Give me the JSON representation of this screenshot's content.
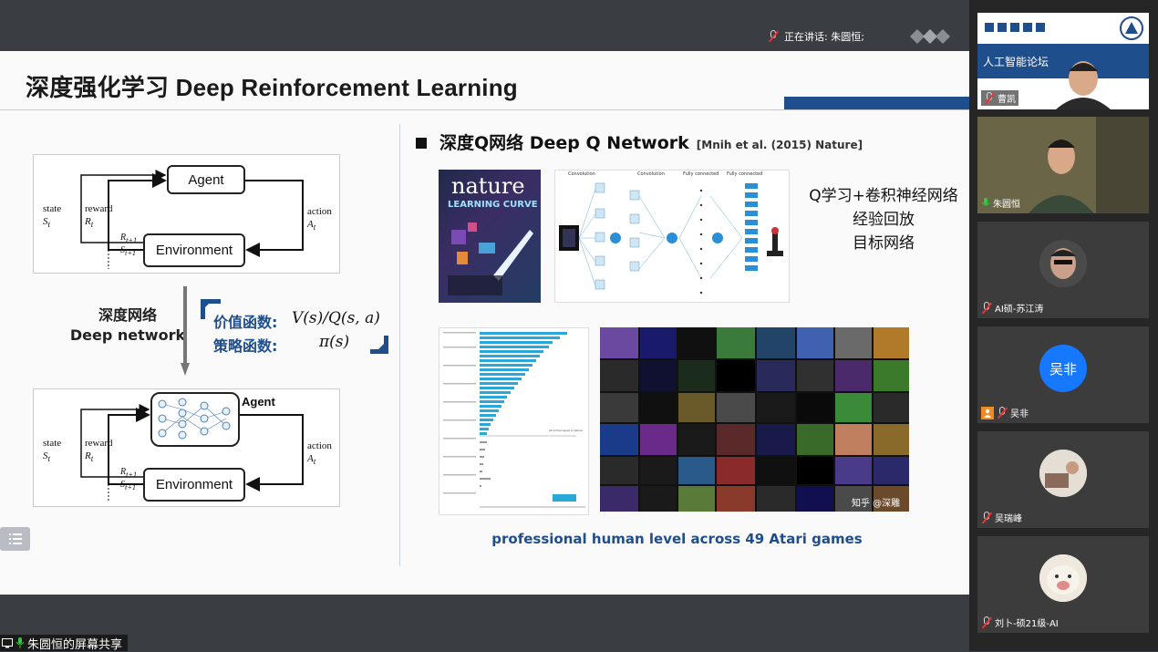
{
  "topbar": {
    "speaker_label": "正在讲话: 朱圆恒;"
  },
  "slide": {
    "title": "深度强化学习 Deep Reinforcement Learning",
    "diagram_top": {
      "agent": "Agent",
      "environment": "Environment",
      "state": "state",
      "state_sym": "S",
      "state_sub": "t",
      "reward": "reward",
      "reward_sym": "R",
      "reward_sub": "t",
      "action": "action",
      "action_sym": "A",
      "action_sub": "t",
      "r_next": "R",
      "r_next_sub": "t+1",
      "s_next": "S",
      "s_next_sub": "t+1"
    },
    "diagram_bottom": {
      "agent": "Agent",
      "environment": "Environment",
      "state": "state",
      "state_sym": "S",
      "state_sub": "t",
      "reward": "reward",
      "reward_sym": "R",
      "reward_sub": "t",
      "action": "action",
      "action_sym": "A",
      "action_sub": "t",
      "r_next": "R",
      "r_next_sub": "t+1",
      "s_next": "S",
      "s_next_sub": "t+1"
    },
    "deep_network_cn": "深度网络",
    "deep_network_en": "Deep network",
    "value_fn_label": "价值函数:",
    "value_fn_math": "V(s)/Q(s, a)",
    "policy_fn_label": "策略函数:",
    "policy_fn_math": "π(s)",
    "dqn_title": "深度Q网络 Deep Q Network",
    "dqn_citation": "[Mnih et al. (2015) Nature]",
    "nature_cover": {
      "logo": "nature",
      "headline": "LEARNING CURVE"
    },
    "network_labels": [
      "Convolution",
      "Convolution",
      "Fully connected",
      "Fully connected"
    ],
    "features": [
      "Q学习+卷积神经网络",
      "经验回放",
      "目标网络"
    ],
    "bar_chart_note": "At human-level or above",
    "games_watermark": "知乎 @深雕",
    "games_caption": "professional human level across 49 Atari games"
  },
  "bottom": {
    "share_label": "朱圆恒的屏幕共享"
  },
  "participants": [
    {
      "name": "曹凯",
      "org_title": "人工智能论坛",
      "mic": "muted"
    },
    {
      "name": "朱圆恒",
      "mic": "on"
    },
    {
      "name": "AI硕-苏江涛",
      "mic": "muted"
    },
    {
      "name": "吴非",
      "avatar_text": "吴非",
      "mic": "muted"
    },
    {
      "name": "吴瑞峰",
      "mic": "muted"
    },
    {
      "name": "刘卜-硕21级-AI",
      "mic": "muted"
    }
  ],
  "colors": {
    "accent_blue": "#1f4e8c",
    "avatar_blue": "#1677ff",
    "mic_green": "#2ecc40",
    "mic_muted": "#e33"
  }
}
